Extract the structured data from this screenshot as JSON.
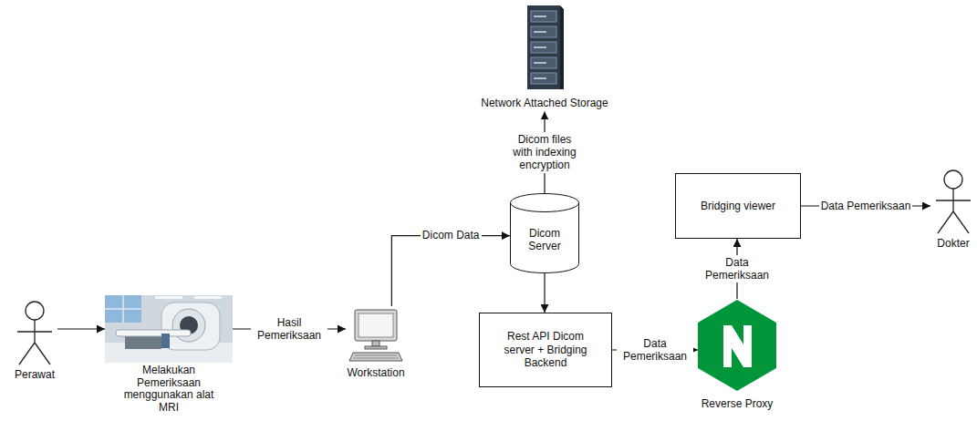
{
  "diagram": {
    "nodes": [
      {
        "text": [
          "Perawat"
        ]
      },
      {
        "text": [
          "Melakukan Pemeriksaan menggunakan alat MRI"
        ]
      },
      {
        "text": [
          "Workstation"
        ]
      },
      {
        "text": [
          "Dicom Server"
        ]
      },
      {
        "text": [
          "Network Attached Storage"
        ]
      },
      {
        "text": [
          "Rest API Dicom server + Bridging Backend"
        ]
      },
      {
        "text": [
          "Reverse Proxy"
        ]
      },
      {
        "text": [
          "Bridging viewer"
        ]
      },
      {
        "text": [
          "Dokter"
        ]
      }
    ],
    "edges": [
      {
        "from": 0,
        "to": 1,
        "arrow": "to"
      },
      {
        "from": 1,
        "to": 2,
        "label": "Hasil Pemeriksaan",
        "arrow": "to"
      },
      {
        "from": 2,
        "to": 3,
        "label": "Dicom Data",
        "arrow": "to"
      },
      {
        "from": 3,
        "to": 4,
        "label": "Dicom files with indexing encryption",
        "arrow": "to"
      },
      {
        "from": 3,
        "to": 5,
        "arrow": "to"
      },
      {
        "from": 5,
        "to": 6,
        "label": "Data Pemeriksaan",
        "arrow": "to"
      },
      {
        "from": 6,
        "to": 7,
        "label": "Data Pemeriksaan",
        "arrow": "to"
      },
      {
        "from": 7,
        "to": 8,
        "label": "Data Pemeriksaan",
        "arrow": "to"
      }
    ]
  }
}
